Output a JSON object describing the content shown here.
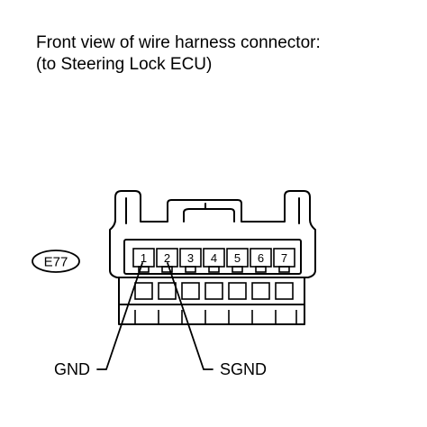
{
  "caption": {
    "line1": "Front view of wire harness connector:",
    "line2": "(to Steering Lock ECU)"
  },
  "connector": {
    "code": "E77",
    "pins": [
      "1",
      "2",
      "3",
      "4",
      "5",
      "6",
      "7"
    ]
  },
  "signals": {
    "gnd": "GND",
    "sgnd": "SGND"
  }
}
